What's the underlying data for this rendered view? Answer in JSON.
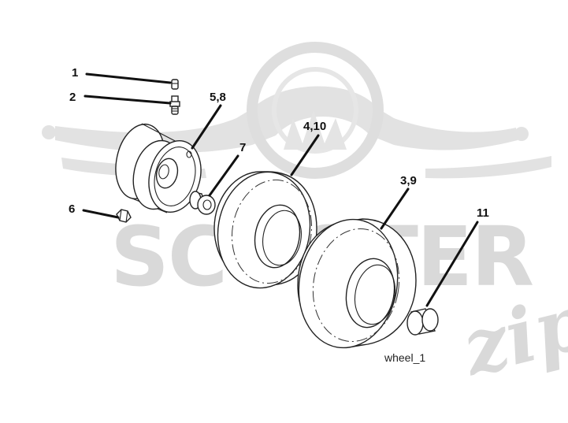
{
  "watermark": {
    "brand_text": "SCOOTER",
    "brand_script": "zip"
  },
  "callouts": [
    {
      "id": "c1",
      "label": "1"
    },
    {
      "id": "c2",
      "label": "2"
    },
    {
      "id": "c58",
      "label": "5,8"
    },
    {
      "id": "c7",
      "label": "7"
    },
    {
      "id": "c410",
      "label": "4,10"
    },
    {
      "id": "c39",
      "label": "3,9"
    },
    {
      "id": "c6",
      "label": "6"
    },
    {
      "id": "c11",
      "label": "11"
    }
  ],
  "caption": "wheel_1",
  "colors": {
    "watermark": "#d9d9d9",
    "ink": "#111111"
  }
}
